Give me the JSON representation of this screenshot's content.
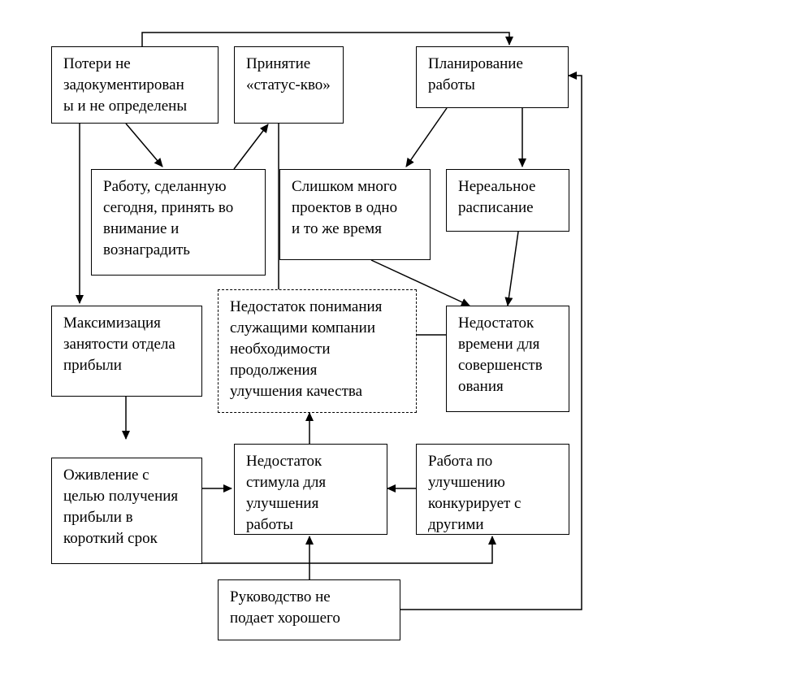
{
  "nodes": {
    "losses": "Потери не\nзадокументирован\nы и не определены",
    "status_quo": "Принятие\n«статус-кво»",
    "planning": "Планирование\nработы",
    "reward": "Работу, сделанную\nсегодня, принять во\nвнимание и\nвознаградить",
    "too_many_projects": "Слишком много\nпроектов в одно\nи то же время",
    "unreal_schedule": "Нереальное\nрасписание",
    "maximize_profit": "Максимизация\nзанятости отдела\nприбыли",
    "lack_understanding": "Недостаток понимания\nслужащими компании\nнеобходимости\nпродолжения\nулучшения качества",
    "lack_time": "Недостаток\nвремени для\nсовершенств\nования",
    "short_term": "Оживление с\nцелью получения\nприбыли в\nкороткий срок",
    "lack_stimulus": "Недостаток\nстимула для\nулучшения\nработы",
    "competes": "Работа по\nулучшению\nконкурирует с\nдругими",
    "management": "Руководство не\nподает хорошего"
  }
}
